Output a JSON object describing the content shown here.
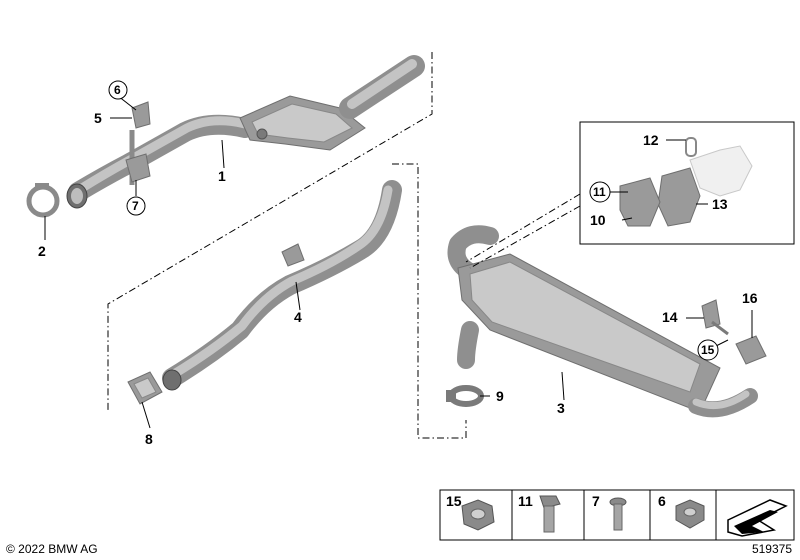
{
  "footer": {
    "copyright": "© 2022 BMW AG",
    "diagram_id": "519375"
  },
  "callouts": {
    "c1": "1",
    "c2": "2",
    "c3": "3",
    "c4": "4",
    "c5": "5",
    "c6": "6",
    "c7": "7",
    "c8": "8",
    "c9": "9",
    "c10": "10",
    "c11": "11",
    "c12": "12",
    "c13": "13",
    "c14": "14",
    "c15": "15",
    "c16": "16"
  },
  "legend": {
    "items": [
      {
        "number": "15",
        "part": "hex-nut-flange"
      },
      {
        "number": "11",
        "part": "hex-bolt"
      },
      {
        "number": "7",
        "part": "torx-bolt"
      },
      {
        "number": "6",
        "part": "hex-nut"
      }
    ]
  },
  "colors": {
    "part_gray": "#9a9a9a",
    "part_light": "#c9c9c9",
    "line": "#000000"
  }
}
